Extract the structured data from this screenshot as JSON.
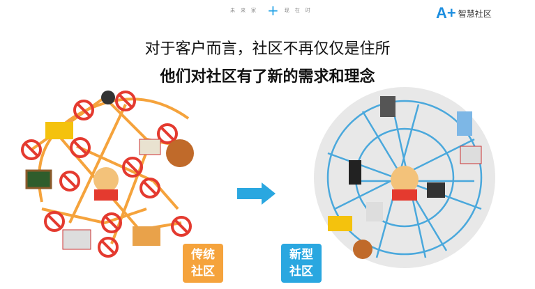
{
  "header": {
    "left": "未来家",
    "right": "现在时",
    "plus": "+"
  },
  "logo": {
    "mark": "A+",
    "text": "智慧社区"
  },
  "title_line1": "对于客户而言，社区不再仅仅是住所",
  "title_line2": "他们对社区有了新的需求和理念",
  "tags": {
    "traditional": [
      "传统",
      "社区"
    ],
    "new": [
      "新型",
      "社区"
    ]
  },
  "colors": {
    "orange": "#f5a33c",
    "blue": "#2aa7e0",
    "ban": "#e43a2f"
  }
}
